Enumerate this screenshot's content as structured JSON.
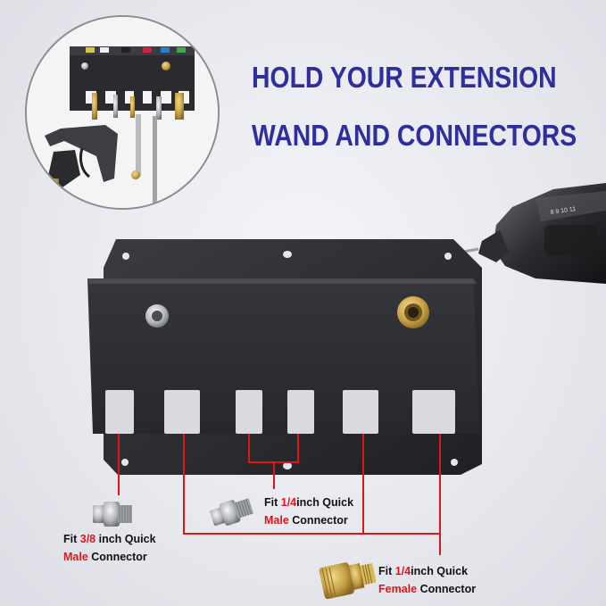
{
  "headline": {
    "line1": "HOLD YOUR EXTENSION",
    "line2": "WAND AND CONNECTORS"
  },
  "callouts": {
    "left": {
      "prefix": "Fit ",
      "size": "3/8",
      "suffix": " inch Quick",
      "kind": "Male",
      "word": " Connector"
    },
    "middle": {
      "prefix": "Fit ",
      "size": "1/4",
      "suffix": "inch Quick",
      "kind": "Male",
      "word": " Connector"
    },
    "right": {
      "prefix": "Fit ",
      "size": "1/4",
      "suffix": "inch Quick",
      "kind": "Female",
      "word": " Connector"
    }
  },
  "colors": {
    "headline": "#2e2f9c",
    "accent": "#e2141b",
    "metal_plate": "#2b2d31",
    "brass": "#c9a247"
  }
}
